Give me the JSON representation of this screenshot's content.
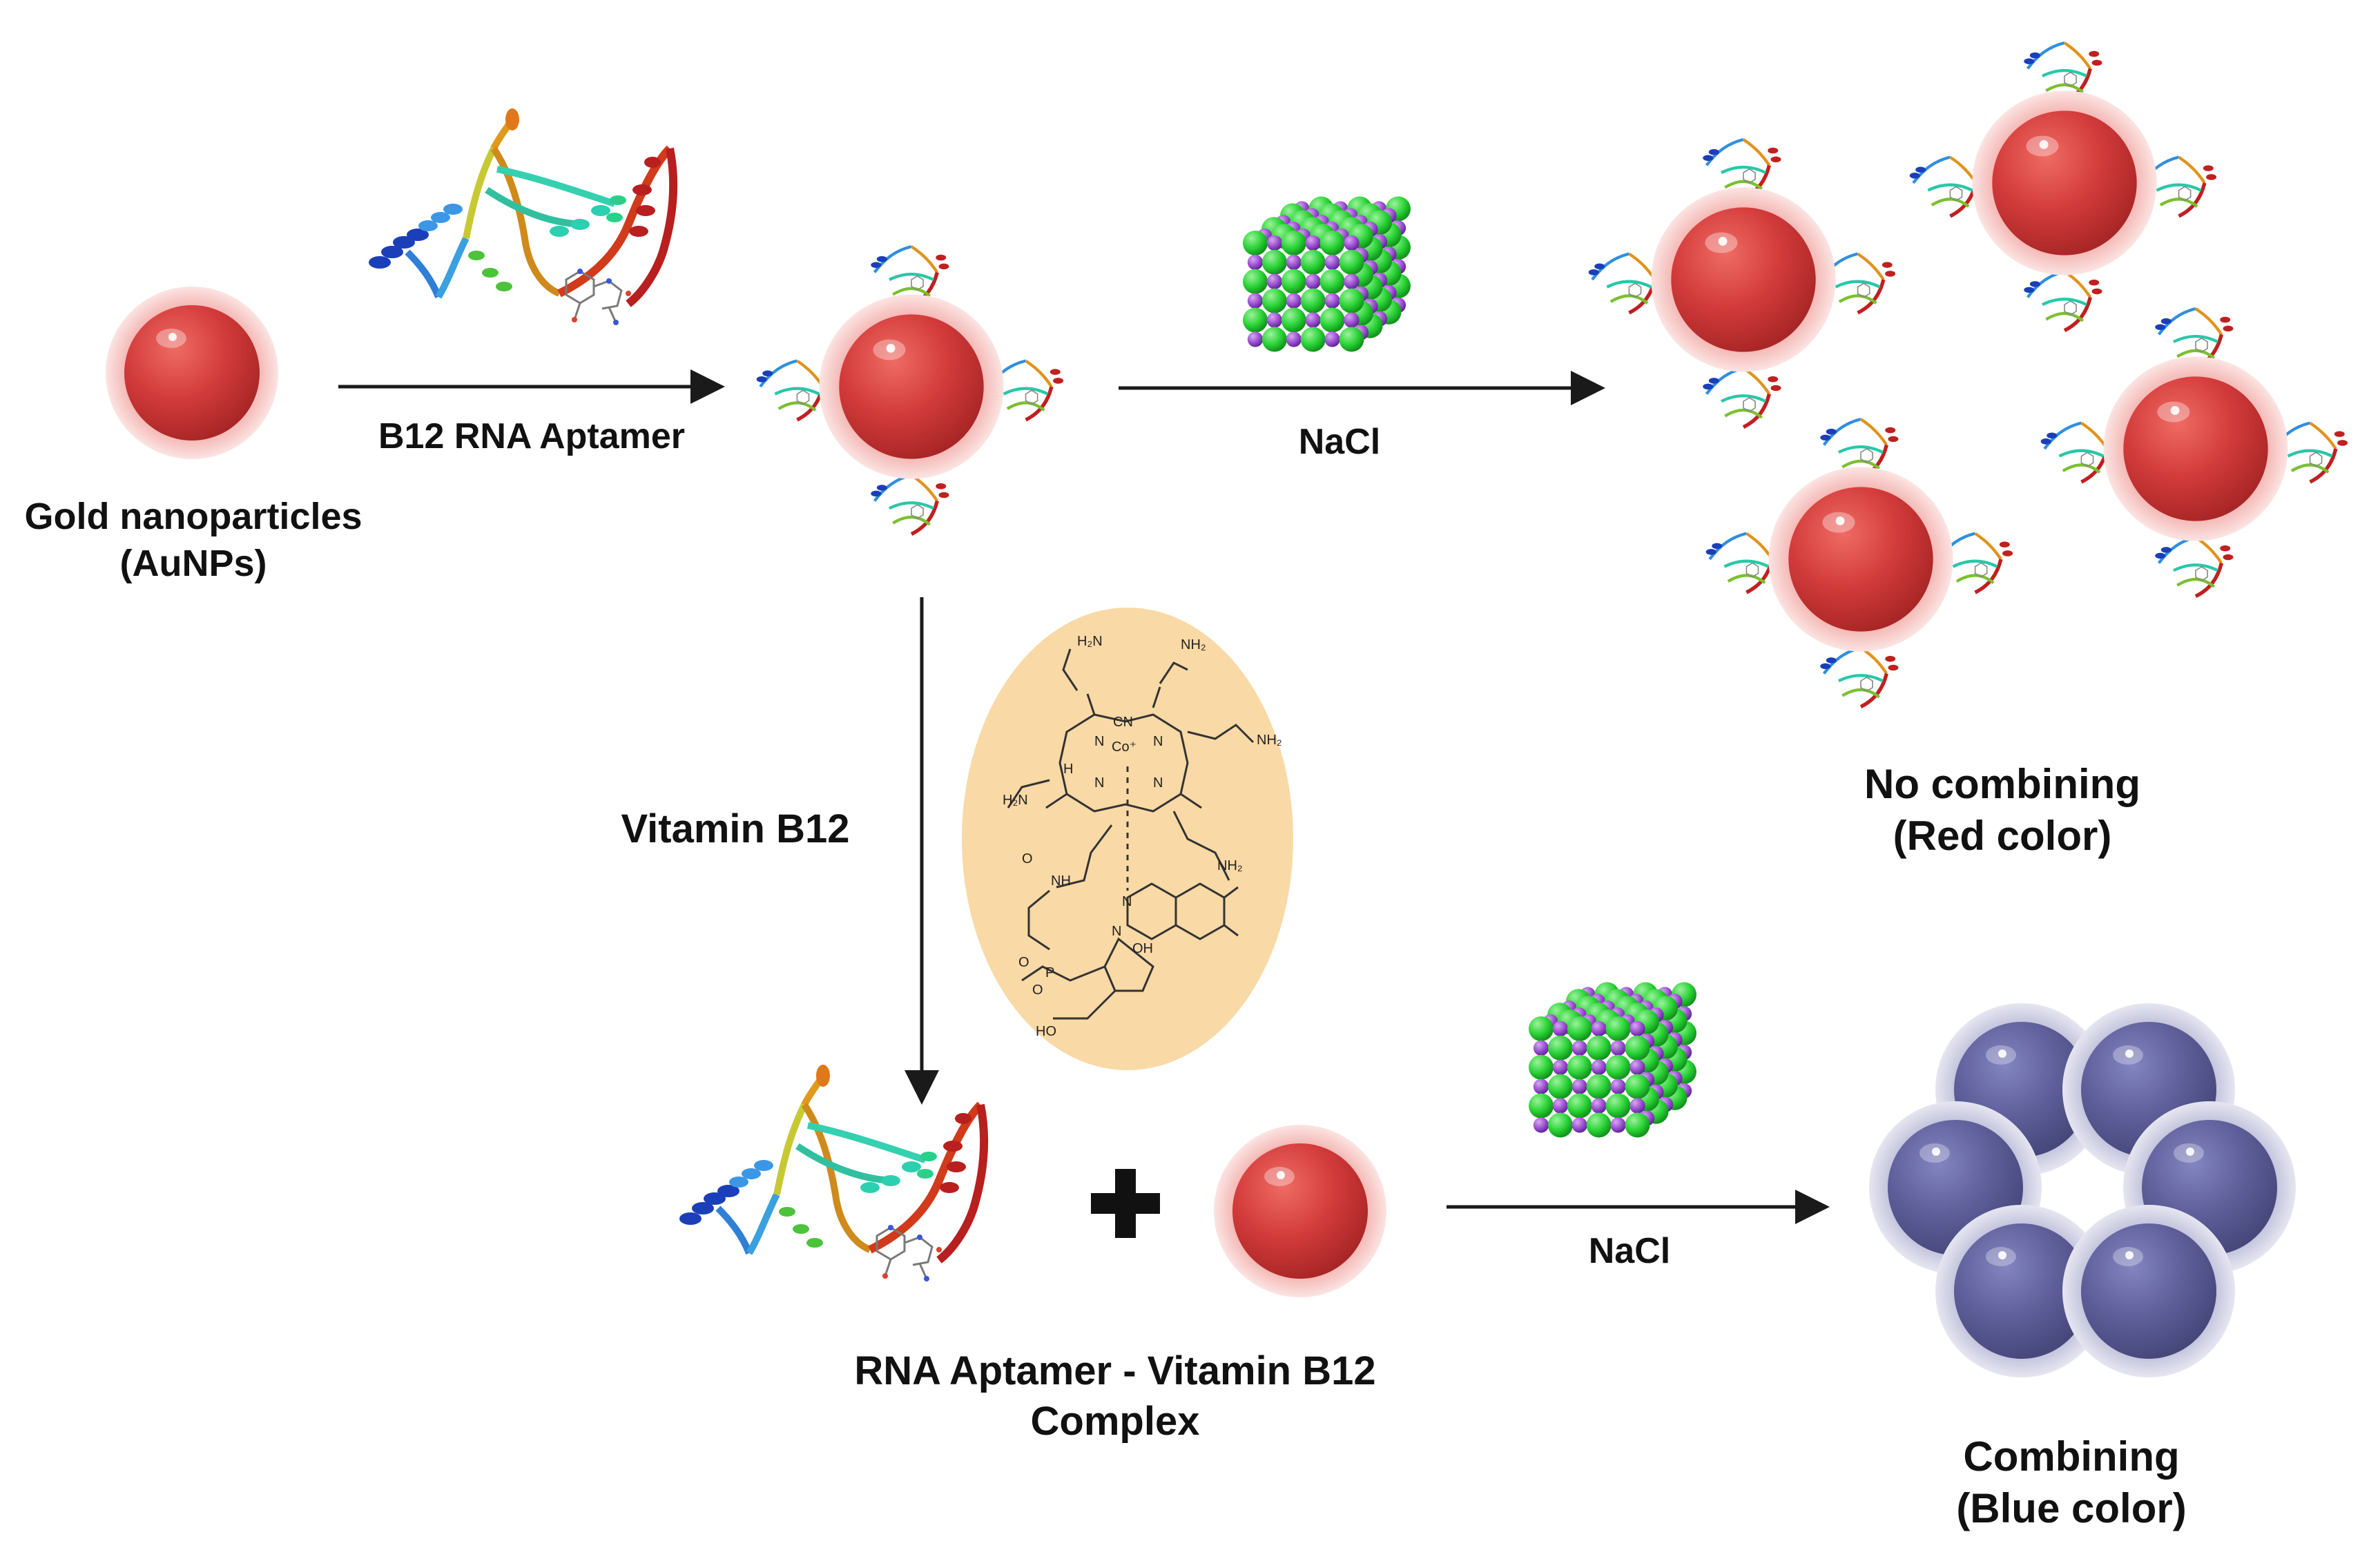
{
  "labels": {
    "gold_line1": "Gold nanoparticles",
    "gold_line2": "(AuNPs)",
    "aptamer_arrow": "B12 RNA Aptamer",
    "nacl_top": "NaCl",
    "vitamin": "Vitamin B12",
    "no_combining_line1": "No combining",
    "no_combining_line2": "(Red color)",
    "complex_line1": "RNA Aptamer - Vitamin B12",
    "complex_line2": "Complex",
    "nacl_bottom": "NaCl",
    "combining_line1": "Combining",
    "combining_line2": "(Blue color)"
  },
  "molecule_text": {
    "amide": "NH₂",
    "h2n": "H₂N",
    "co": "Co⁺",
    "cn": "CN",
    "n": "N",
    "nh": "NH",
    "o": "O",
    "p": "P",
    "oh": "OH",
    "ho": "HO",
    "h": "H"
  },
  "colors": {
    "gold_particle": "#d23a3a",
    "gold_halo": "#f6c9c9",
    "aggregated_particle": "#5e5f9a",
    "aggregated_halo": "#c9cae0",
    "nacl_green": "#29d335",
    "nacl_purple": "#9b4fd0",
    "vitamin_ellipse": "#f9d9a6",
    "arrow": "#1a1a1a"
  },
  "icons": [
    "gold-nanoparticle",
    "rna-aptamer",
    "nacl-crystal",
    "vitamin-b12-structure",
    "plus-sign",
    "aggregated-nanoparticle"
  ]
}
